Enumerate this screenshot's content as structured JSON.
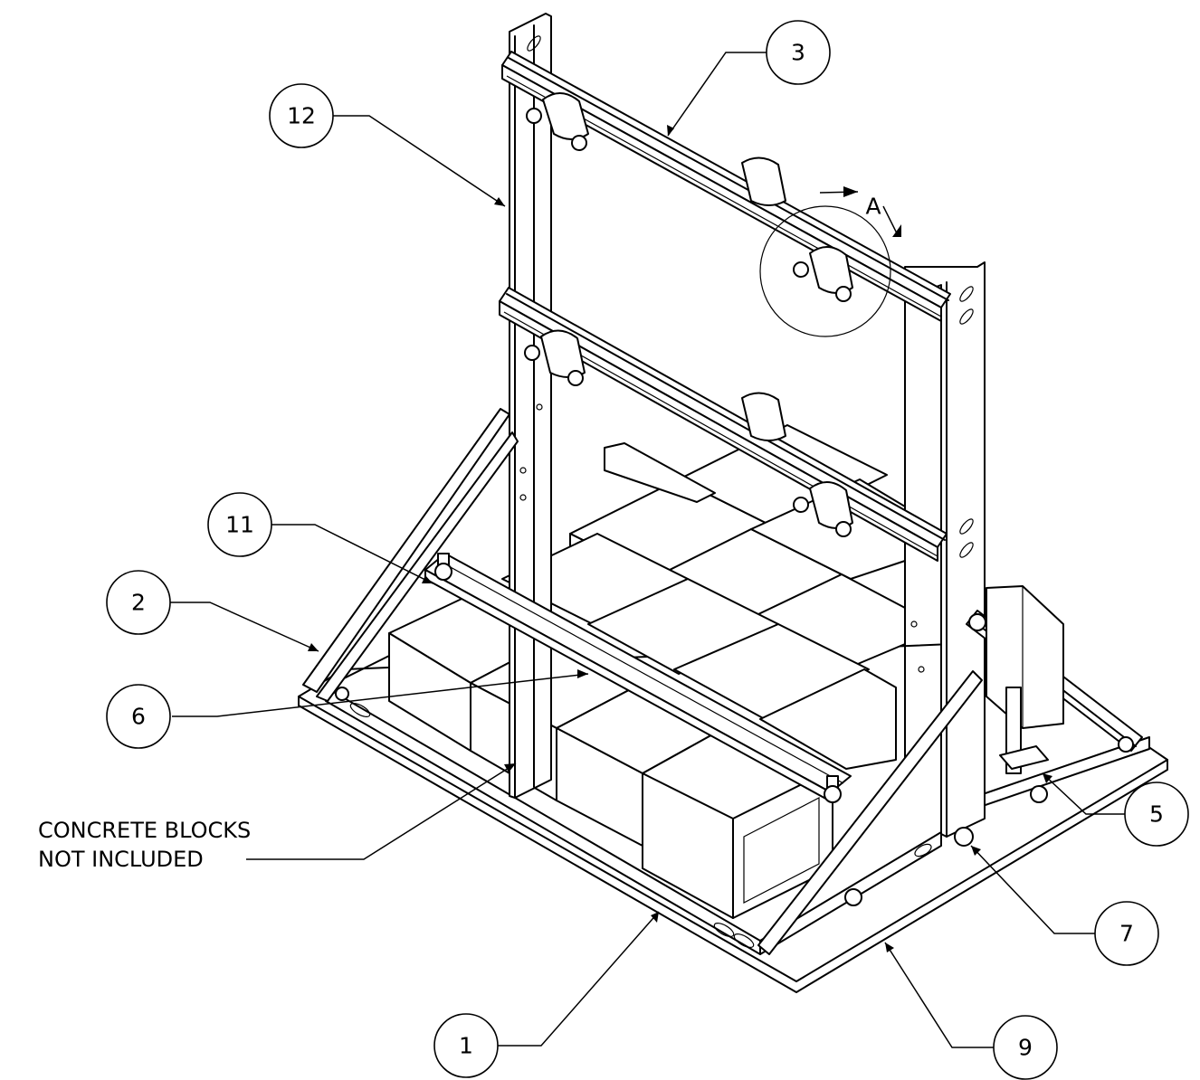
{
  "balloons": [
    {
      "id": "b12",
      "label": "12"
    },
    {
      "id": "b3",
      "label": "3"
    },
    {
      "id": "b11",
      "label": "11"
    },
    {
      "id": "b2",
      "label": "2"
    },
    {
      "id": "b6",
      "label": "6"
    },
    {
      "id": "b5",
      "label": "5"
    },
    {
      "id": "b7",
      "label": "7"
    },
    {
      "id": "b1",
      "label": "1"
    },
    {
      "id": "b9",
      "label": "9"
    }
  ],
  "detail_marker": {
    "label": "A"
  },
  "note": {
    "line1": "CONCRETE BLOCKS",
    "line2": "NOT INCLUDED"
  }
}
